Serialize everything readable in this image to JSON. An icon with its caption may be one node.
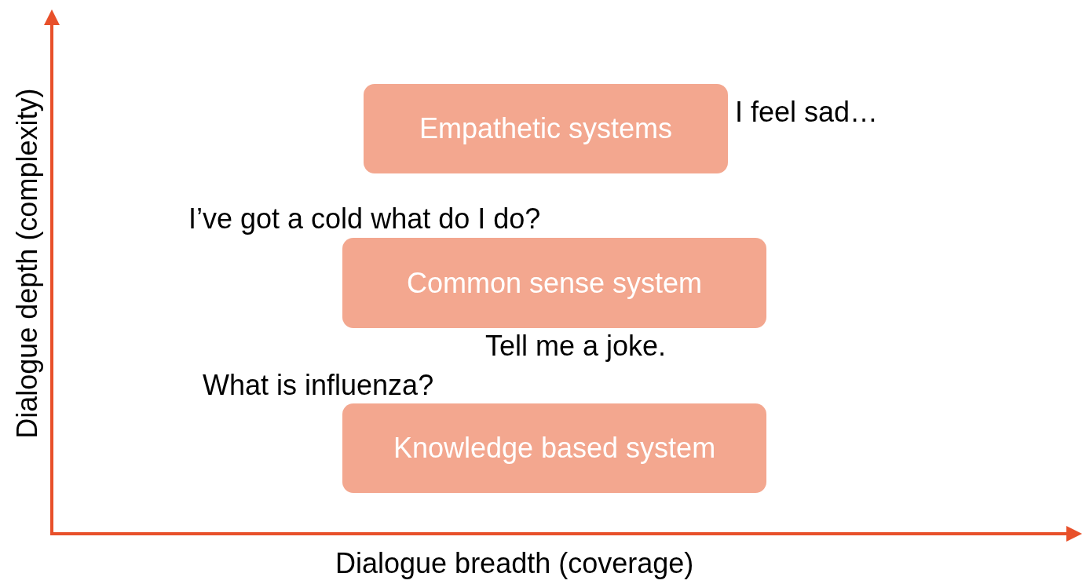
{
  "diagram": {
    "nodes": [
      {
        "text": [
          "Empathetic systems"
        ]
      },
      {
        "text": [
          "Common sense system"
        ]
      },
      {
        "text": [
          "Knowledge based system"
        ]
      }
    ],
    "labels": [
      "I feel sad…",
      "I’ve got a cold what do I do?",
      "Tell me a joke.",
      "What is influenza?",
      "Dialogue depth (complexity)",
      "Dialogue breadth (coverage)"
    ]
  }
}
